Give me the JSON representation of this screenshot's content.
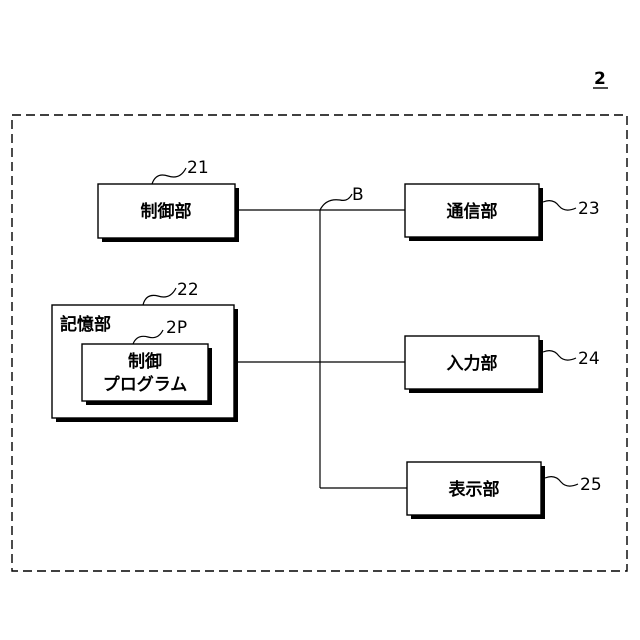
{
  "figure": {
    "ref": "2",
    "bus_label": "B"
  },
  "blocks": {
    "control": {
      "label": "制御部",
      "ref": "21"
    },
    "storage": {
      "label": "記憶部",
      "ref": "22"
    },
    "program": {
      "line1": "制御",
      "line2": "プログラム",
      "ref": "2P"
    },
    "communication": {
      "label": "通信部",
      "ref": "23"
    },
    "input": {
      "label": "入力部",
      "ref": "24"
    },
    "display": {
      "label": "表示部",
      "ref": "25"
    }
  }
}
